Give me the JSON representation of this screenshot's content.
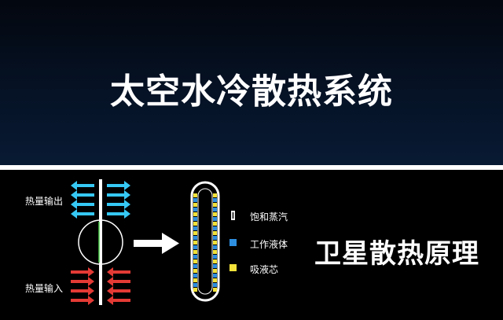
{
  "title": "太空水冷散热系统",
  "subtitle": "卫星散热原理",
  "heat_output_label": "热量输出",
  "heat_input_label": "热量输入",
  "legend": [
    {
      "label": "饱和蒸汽",
      "color": "#ffffff"
    },
    {
      "label": "工作液体",
      "color": "#2e8fe0"
    },
    {
      "label": "吸液芯",
      "color": "#f2e23a"
    }
  ],
  "colors": {
    "output_arrow": "#36c8f4",
    "input_arrow": "#e43a35",
    "background": "#000000"
  }
}
